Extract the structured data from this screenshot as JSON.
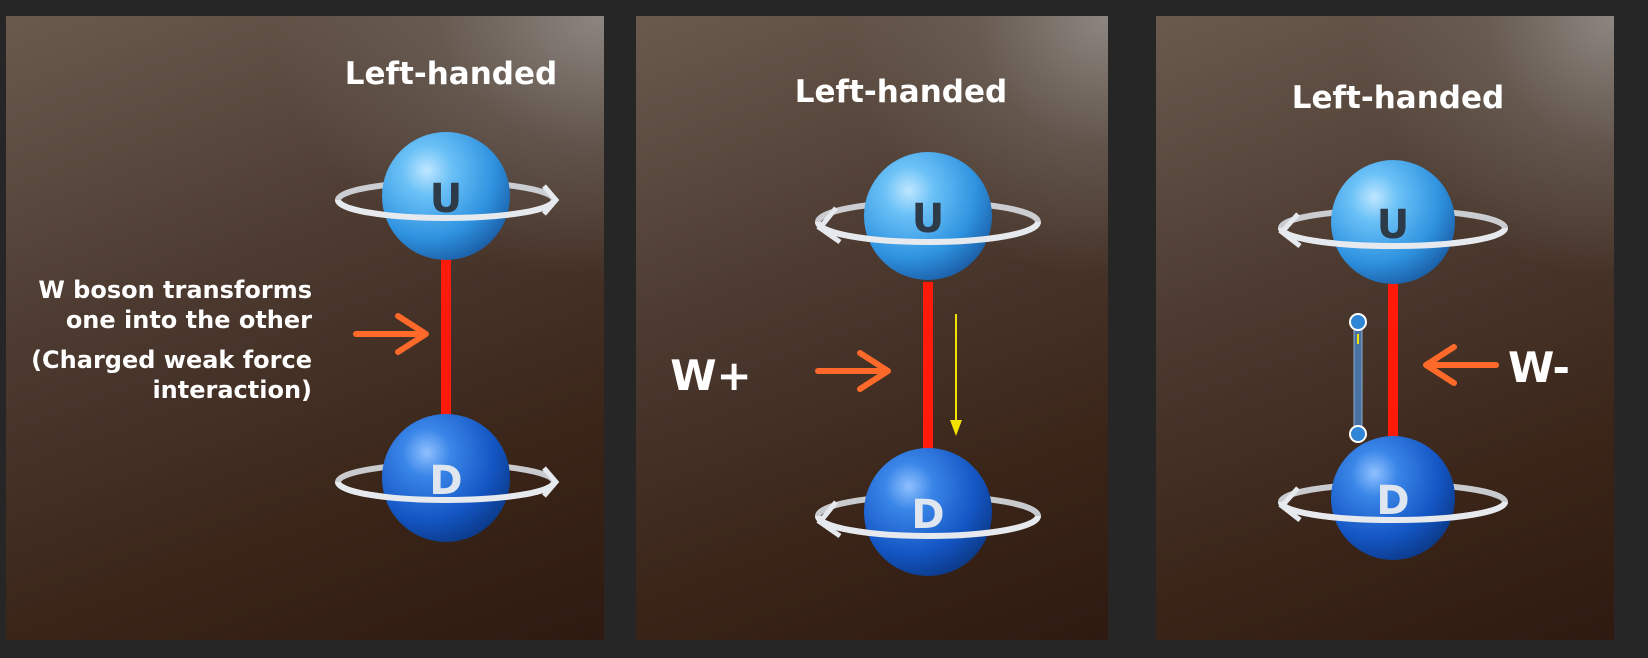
{
  "panels": [
    {
      "heading": "Left-handed",
      "top_particle": "U",
      "bottom_particle": "D",
      "description_lines": [
        "W boson transforms",
        "one into the other",
        "(Charged weak force",
        "interaction)"
      ],
      "spin_direction": "right"
    },
    {
      "heading": "Left-handed",
      "top_particle": "U",
      "bottom_particle": "D",
      "boson_label": "W+",
      "spin_direction": "left"
    },
    {
      "heading": "Left-handed",
      "top_particle": "U",
      "bottom_particle": "D",
      "boson_label": "W-",
      "spin_direction": "left"
    }
  ],
  "colors": {
    "link": "#ff1a0a",
    "arrow": "#ff6a2a",
    "up_quark": "#3fa9ee",
    "down_quark": "#1a63cf",
    "yellow_arrow": "#f2e200",
    "selection_handle": "#2f86d6",
    "background": "#262626"
  }
}
